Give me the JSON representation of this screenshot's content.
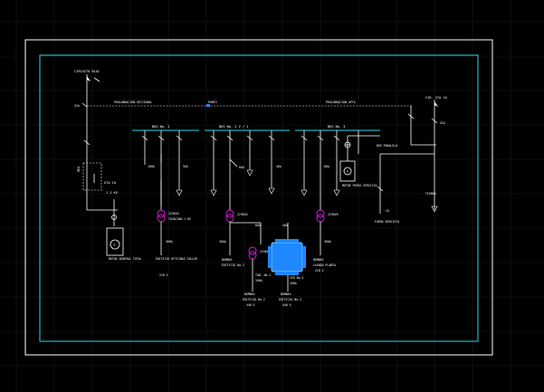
{
  "colors": {
    "background": "#000000",
    "grid": "#1b1b24",
    "outer_frame": "#ffffff",
    "inner_frame": "#27d7e6",
    "bus": "#27d7e6",
    "transformer": "#e020e0",
    "selection": "#1e88ff"
  },
  "labels": {
    "circuito_bloc": "CIRCUITO BLOC",
    "prolongacion_izq": "PROLONGACION SECCIONAL",
    "punto_medio": "PUNTO",
    "prolongacion_der": "PROLONGACION APTA",
    "circuito_der": "CIR. GTA 10",
    "ger_sub": "GTA 10",
    "volt_izq": "1 2 KV",
    "bus1": "BUS No. 1",
    "bus2": "BUS No. 2 V / 1",
    "bus3": "BUS No. 3",
    "bus_derecha": "BUS PARALELO",
    "m_generador_izq": "MOTOR GENERAL TOTAL",
    "m_generador_der": "MOTOR FUERA SERVICIO",
    "amp_1": "100A",
    "amp_2": "50A",
    "amp_3": "60A",
    "amp_4": "40A",
    "amp_5": "80A",
    "kva_1": "225KVA",
    "kva_1b": "TA40/260-1 KV",
    "kva_2": "225KVA",
    "kva_3": "225KVA",
    "kva_4": "225KVA",
    "carga_1": "EDIFICIO OFICINAS TALLER",
    "carga_1v": "220 V",
    "carga_2": "BOMBAS",
    "carga_2b": "EDIFICIO No.1",
    "carga_3": "BOMBAS",
    "carga_3b": "EDIFICIO No.2",
    "carga_3v": "440 V",
    "carga_4": "BOMBAS",
    "carga_4b": "EDIFICIO No.3",
    "carga_4v": "440 V",
    "carga_5": "BOMBAS",
    "carga_5b": "LAVADO PLANTA",
    "carga_5v": "220 V",
    "carga_der": "FUERA SERVICIO",
    "tierra_der": "TIERRA",
    "tb_1": "TAB. No.1",
    "tb_1b": "100A",
    "tb_2": "CED No.3",
    "tb_2b": "100A"
  }
}
